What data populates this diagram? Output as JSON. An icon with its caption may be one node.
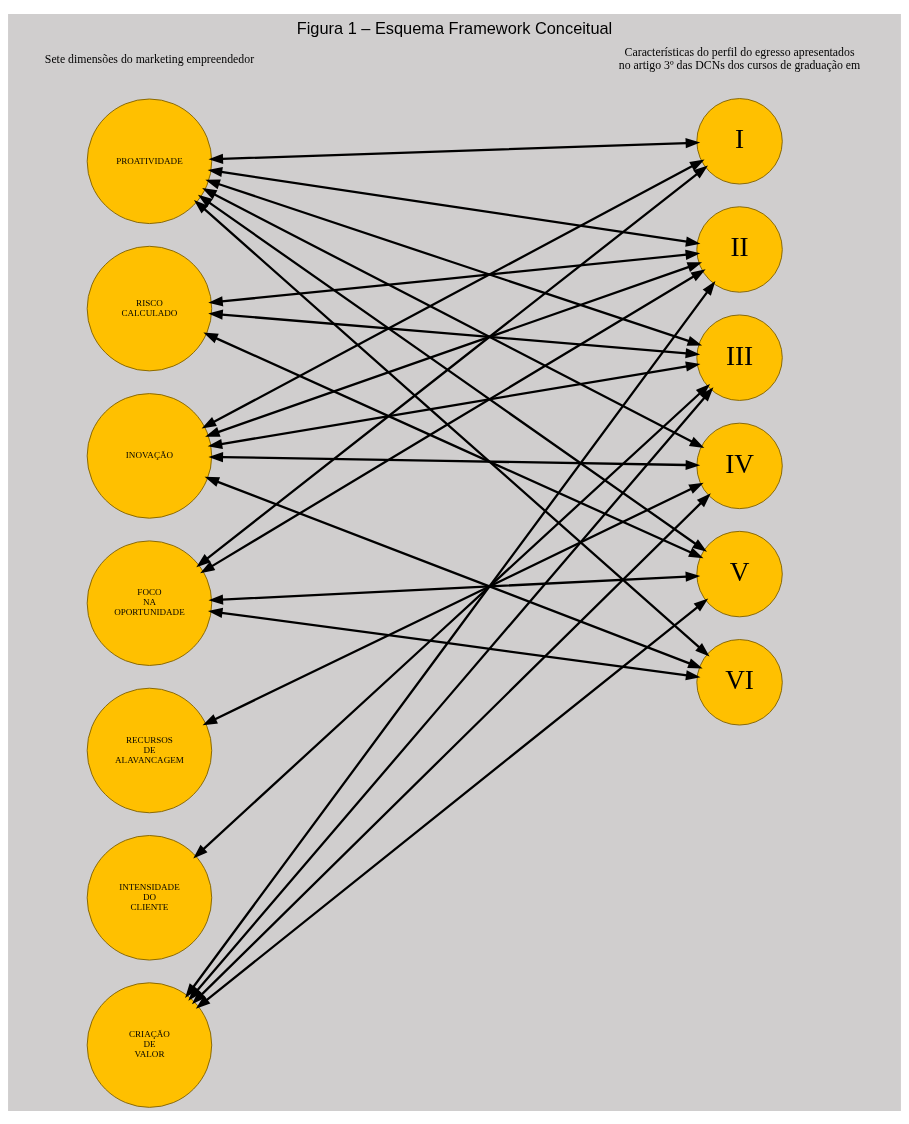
{
  "diagram": {
    "title": "Figura 1 – Esquema Framework Conceitual",
    "nodes": [
      {
        "text": [
          "PROATIVIDADE"
        ]
      },
      {
        "text": [
          "RISCO CALCULADO"
        ]
      },
      {
        "text": [
          "INOVAÇÃO"
        ]
      },
      {
        "text": [
          "FOCO NA OPORTUNIDADE"
        ]
      },
      {
        "text": [
          "RECURSOS DE ALAVANCAGEM"
        ]
      },
      {
        "text": [
          "INTENSIDADE DO CLIENTE"
        ]
      },
      {
        "text": [
          "CRIAÇÃO DE VALOR"
        ]
      },
      {
        "text": [
          "I"
        ]
      },
      {
        "text": [
          "II"
        ]
      },
      {
        "text": [
          "III"
        ]
      },
      {
        "text": [
          "IV"
        ]
      },
      {
        "text": [
          "V"
        ]
      },
      {
        "text": [
          "VI"
        ]
      }
    ],
    "edges": [
      {
        "from": 0,
        "to": 7,
        "arrow": "both"
      },
      {
        "from": 0,
        "to": 8,
        "arrow": "both"
      },
      {
        "from": 0,
        "to": 9,
        "arrow": "both"
      },
      {
        "from": 0,
        "to": 10,
        "arrow": "both"
      },
      {
        "from": 0,
        "to": 11,
        "arrow": "both"
      },
      {
        "from": 0,
        "to": 12,
        "arrow": "both"
      },
      {
        "from": 1,
        "to": 8,
        "arrow": "both"
      },
      {
        "from": 1,
        "to": 9,
        "arrow": "both"
      },
      {
        "from": 1,
        "to": 11,
        "arrow": "both"
      },
      {
        "from": 2,
        "to": 7,
        "arrow": "both"
      },
      {
        "from": 2,
        "to": 8,
        "arrow": "both"
      },
      {
        "from": 2,
        "to": 9,
        "arrow": "both"
      },
      {
        "from": 2,
        "to": 10,
        "arrow": "both"
      },
      {
        "from": 2,
        "to": 12,
        "arrow": "both"
      },
      {
        "from": 3,
        "to": 7,
        "arrow": "both"
      },
      {
        "from": 3,
        "to": 8,
        "arrow": "both"
      },
      {
        "from": 3,
        "to": 11,
        "arrow": "both"
      },
      {
        "from": 3,
        "to": 12,
        "arrow": "both"
      },
      {
        "from": 4,
        "to": 10,
        "arrow": "both"
      },
      {
        "from": 5,
        "to": 9,
        "arrow": "both"
      },
      {
        "from": 6,
        "to": 8,
        "arrow": "both"
      },
      {
        "from": 6,
        "to": 9,
        "arrow": "both"
      },
      {
        "from": 6,
        "to": 10,
        "arrow": "both"
      },
      {
        "from": 6,
        "to": 11,
        "arrow": "both"
      }
    ],
    "labels": [
      "Sete dimensões do marketing empreendedor",
      "Características do perfil do egresso apresentados no artigo 3º das DCNs dos cursos de graduação em"
    ]
  }
}
